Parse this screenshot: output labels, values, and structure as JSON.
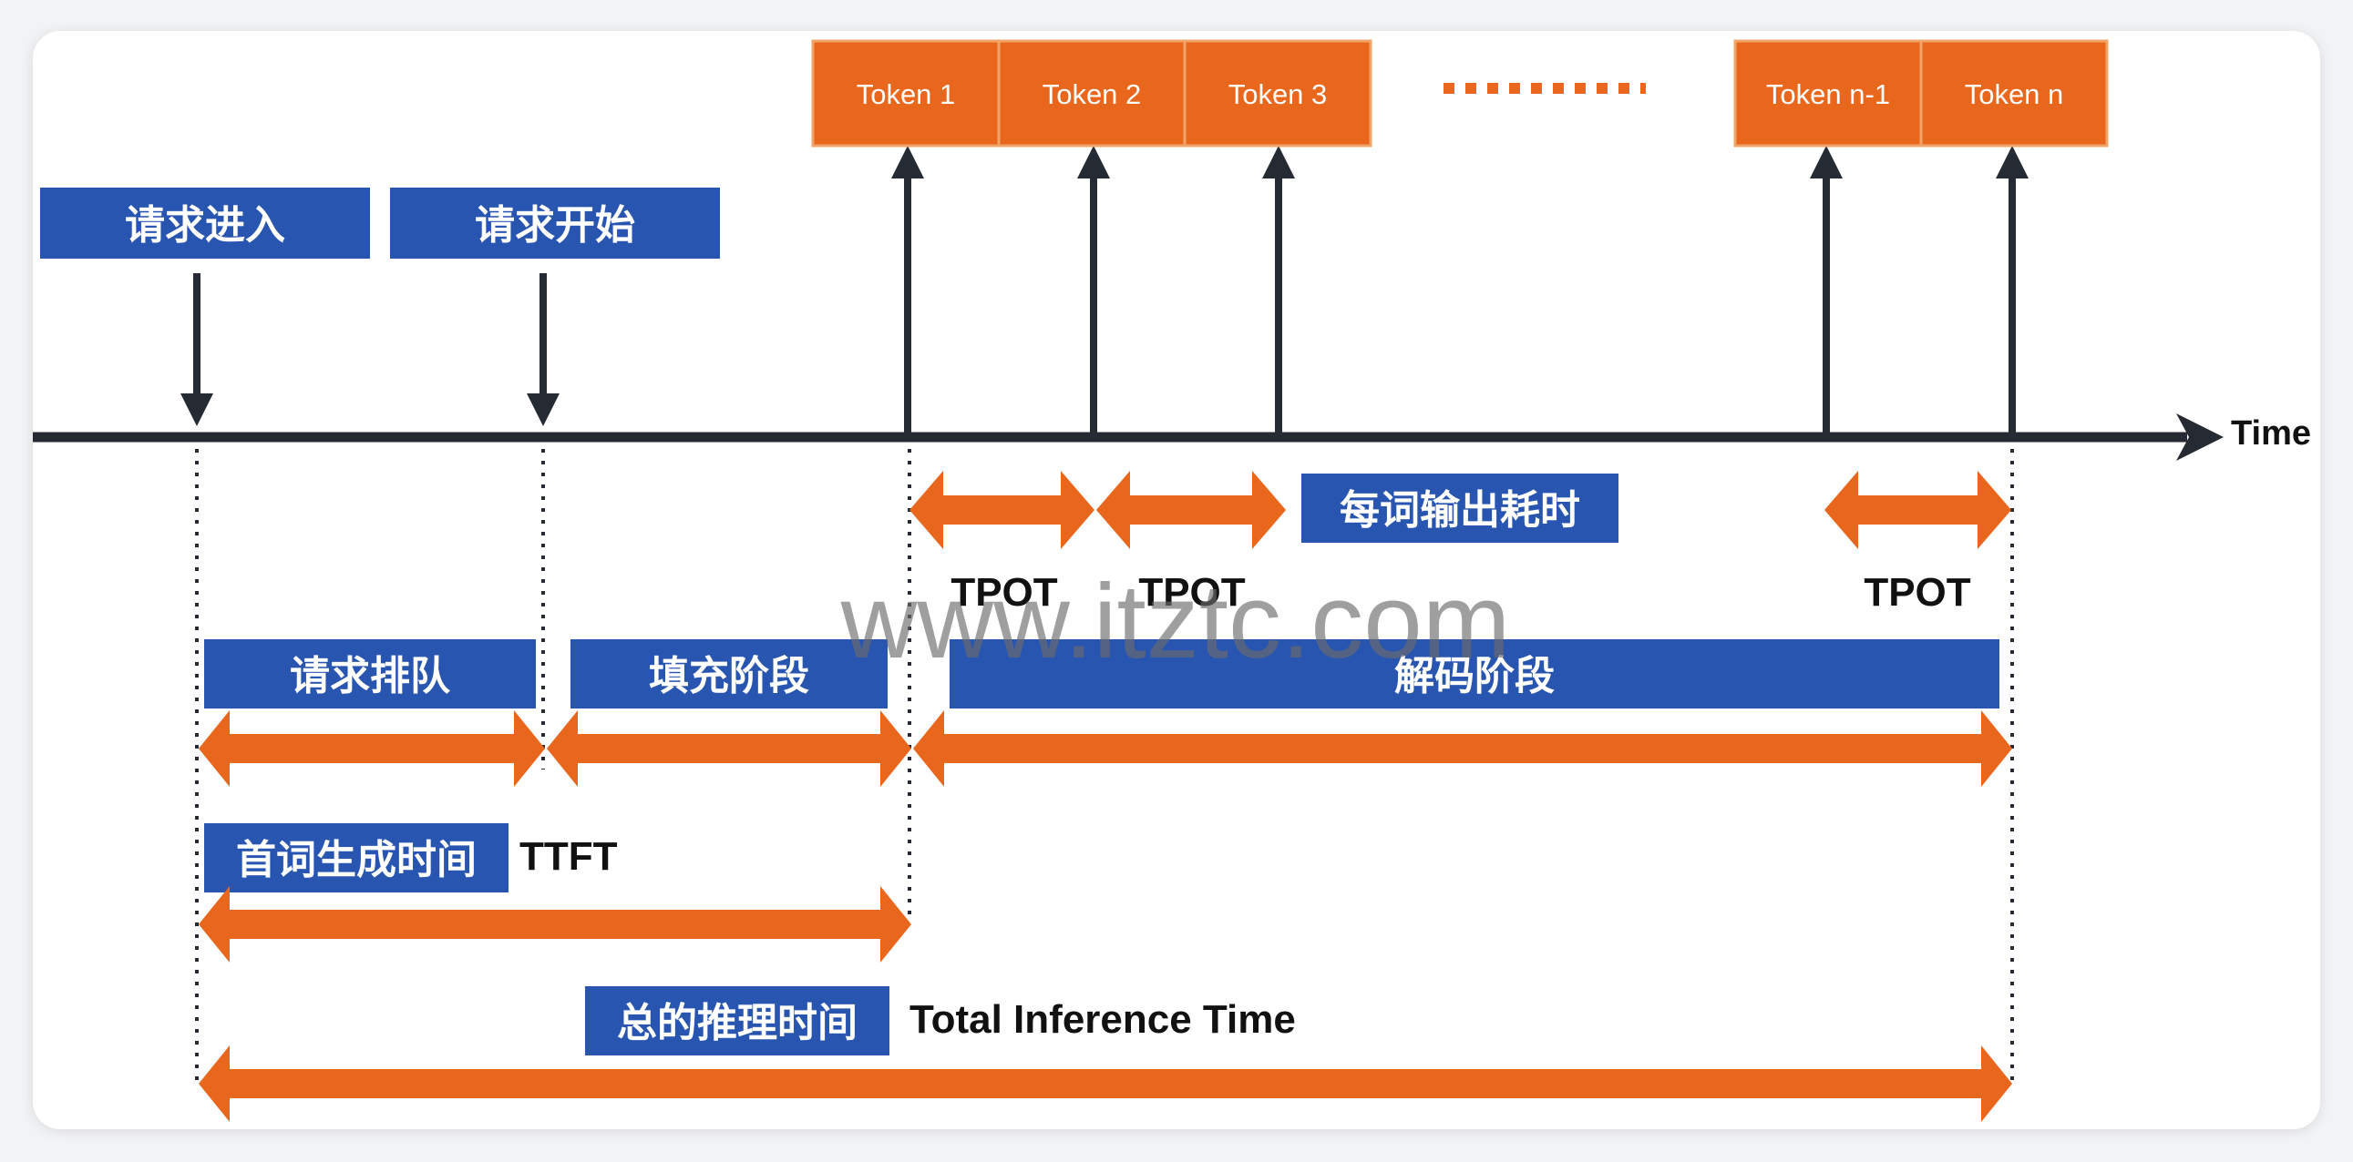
{
  "axis": {
    "label": "Time"
  },
  "tokens": [
    "Token 1",
    "Token 2",
    "Token 3",
    "Token n-1",
    "Token n"
  ],
  "events": {
    "request_enter": "请求进入",
    "request_start": "请求开始"
  },
  "tpot": {
    "label": "TPOT",
    "caption": "每词输出耗时"
  },
  "phases": {
    "queue": "请求排队",
    "prefill": "填充阶段",
    "decode": "解码阶段"
  },
  "ttft": {
    "caption": "首词生成时间",
    "label": "TTFT"
  },
  "total": {
    "caption": "总的推理时间",
    "label": "Total Inference Time"
  },
  "watermark": "www.itztc.com",
  "colors": {
    "token_box": "#e8671c",
    "token_border": "#f2a468",
    "label_box": "#2855b0",
    "arrow": "#e8671c",
    "axis": "#252a33"
  }
}
